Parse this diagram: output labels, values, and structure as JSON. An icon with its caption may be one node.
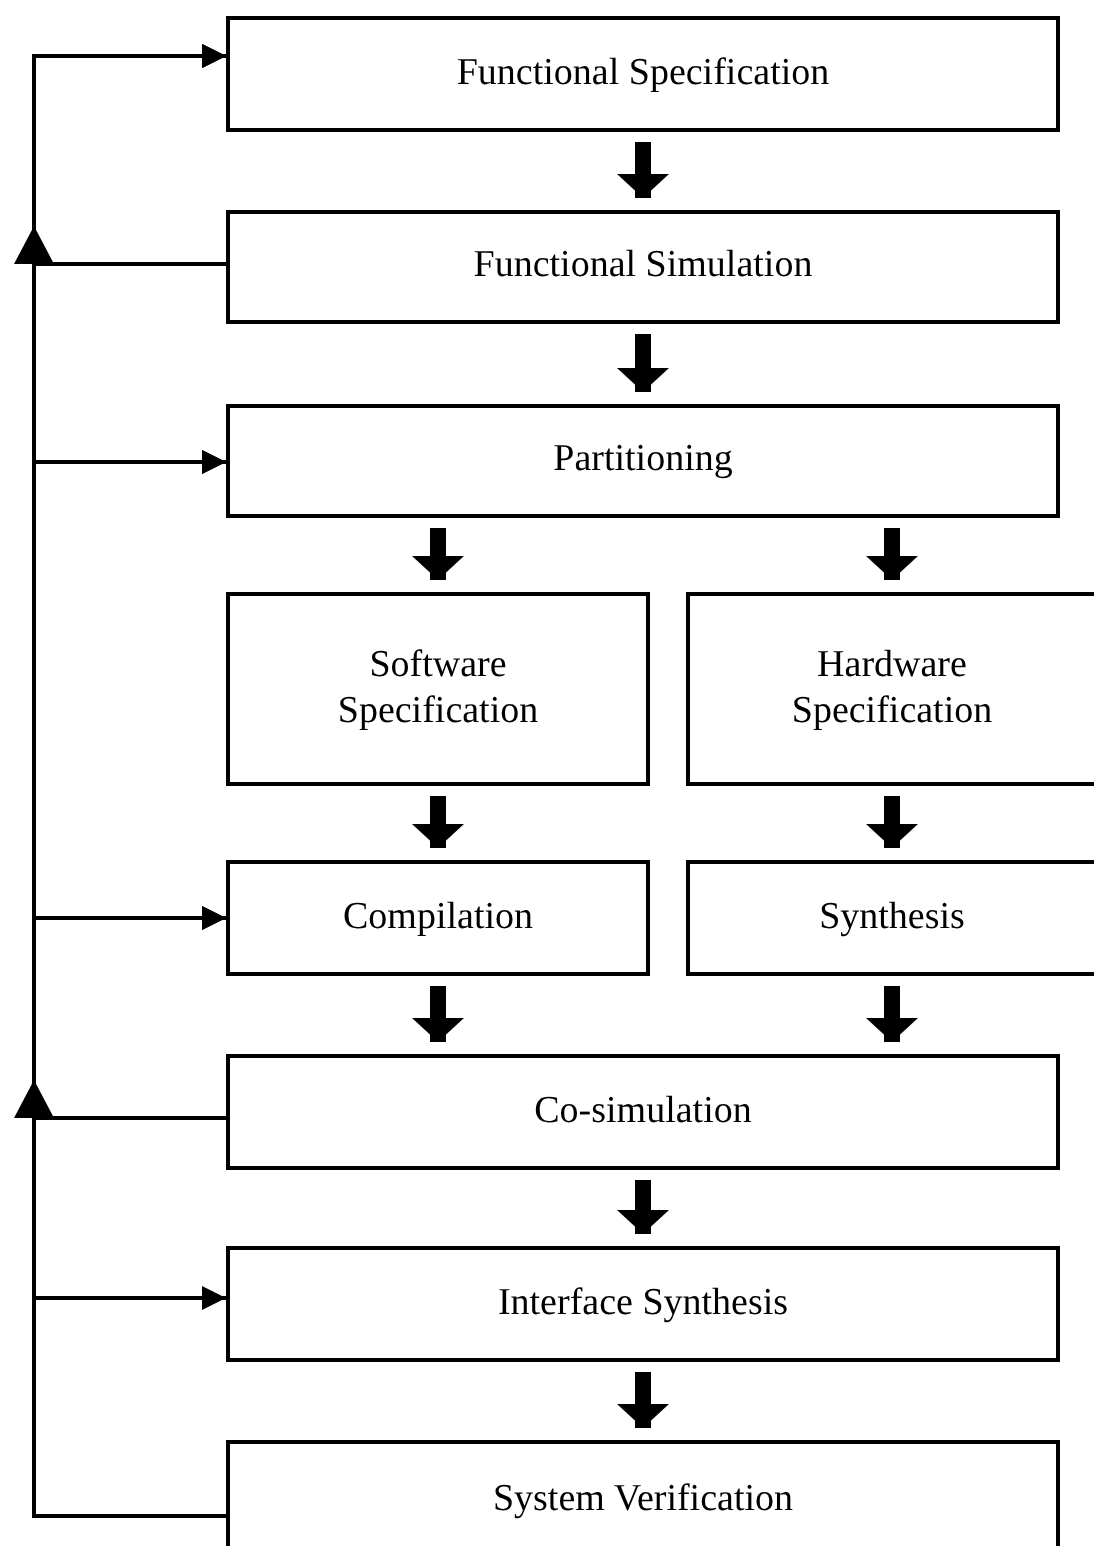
{
  "diagram": {
    "nodes": [
      {
        "text": [
          "Functional Specification"
        ]
      },
      {
        "text": [
          "Functional Simulation"
        ]
      },
      {
        "text": [
          "Partitioning"
        ]
      },
      {
        "text": [
          "Software Specification"
        ]
      },
      {
        "text": [
          "Hardware Specification"
        ]
      },
      {
        "text": [
          "Compilation"
        ]
      },
      {
        "text": [
          "Synthesis"
        ]
      },
      {
        "text": [
          "Co-simulation"
        ]
      },
      {
        "text": [
          "Interface Synthesis"
        ]
      },
      {
        "text": [
          "System Verification"
        ]
      }
    ],
    "edges": [
      {
        "from": 0,
        "to": 1,
        "arrow": "to"
      },
      {
        "from": 1,
        "to": 2,
        "arrow": "to"
      },
      {
        "from": 2,
        "to": 3,
        "arrow": "to"
      },
      {
        "from": 2,
        "to": 4,
        "arrow": "to"
      },
      {
        "from": 3,
        "to": 5,
        "arrow": "to"
      },
      {
        "from": 4,
        "to": 6,
        "arrow": "to"
      },
      {
        "from": 5,
        "to": 7,
        "arrow": "to"
      },
      {
        "from": 6,
        "to": 7,
        "arrow": "to"
      },
      {
        "from": 7,
        "to": 8,
        "arrow": "to"
      },
      {
        "from": 8,
        "to": 9,
        "arrow": "to"
      },
      {
        "from": 1,
        "to": 0,
        "arrow": "to"
      },
      {
        "from": 7,
        "to": 5,
        "arrow": "to"
      },
      {
        "from": 7,
        "to": 2,
        "arrow": "to"
      },
      {
        "from": 7,
        "to": 0,
        "arrow": "to"
      },
      {
        "from": 9,
        "to": 8,
        "arrow": "to"
      },
      {
        "from": 9,
        "to": 5,
        "arrow": "to"
      },
      {
        "from": 9,
        "to": 2,
        "arrow": "to"
      },
      {
        "from": 9,
        "to": 0,
        "arrow": "to"
      }
    ]
  }
}
